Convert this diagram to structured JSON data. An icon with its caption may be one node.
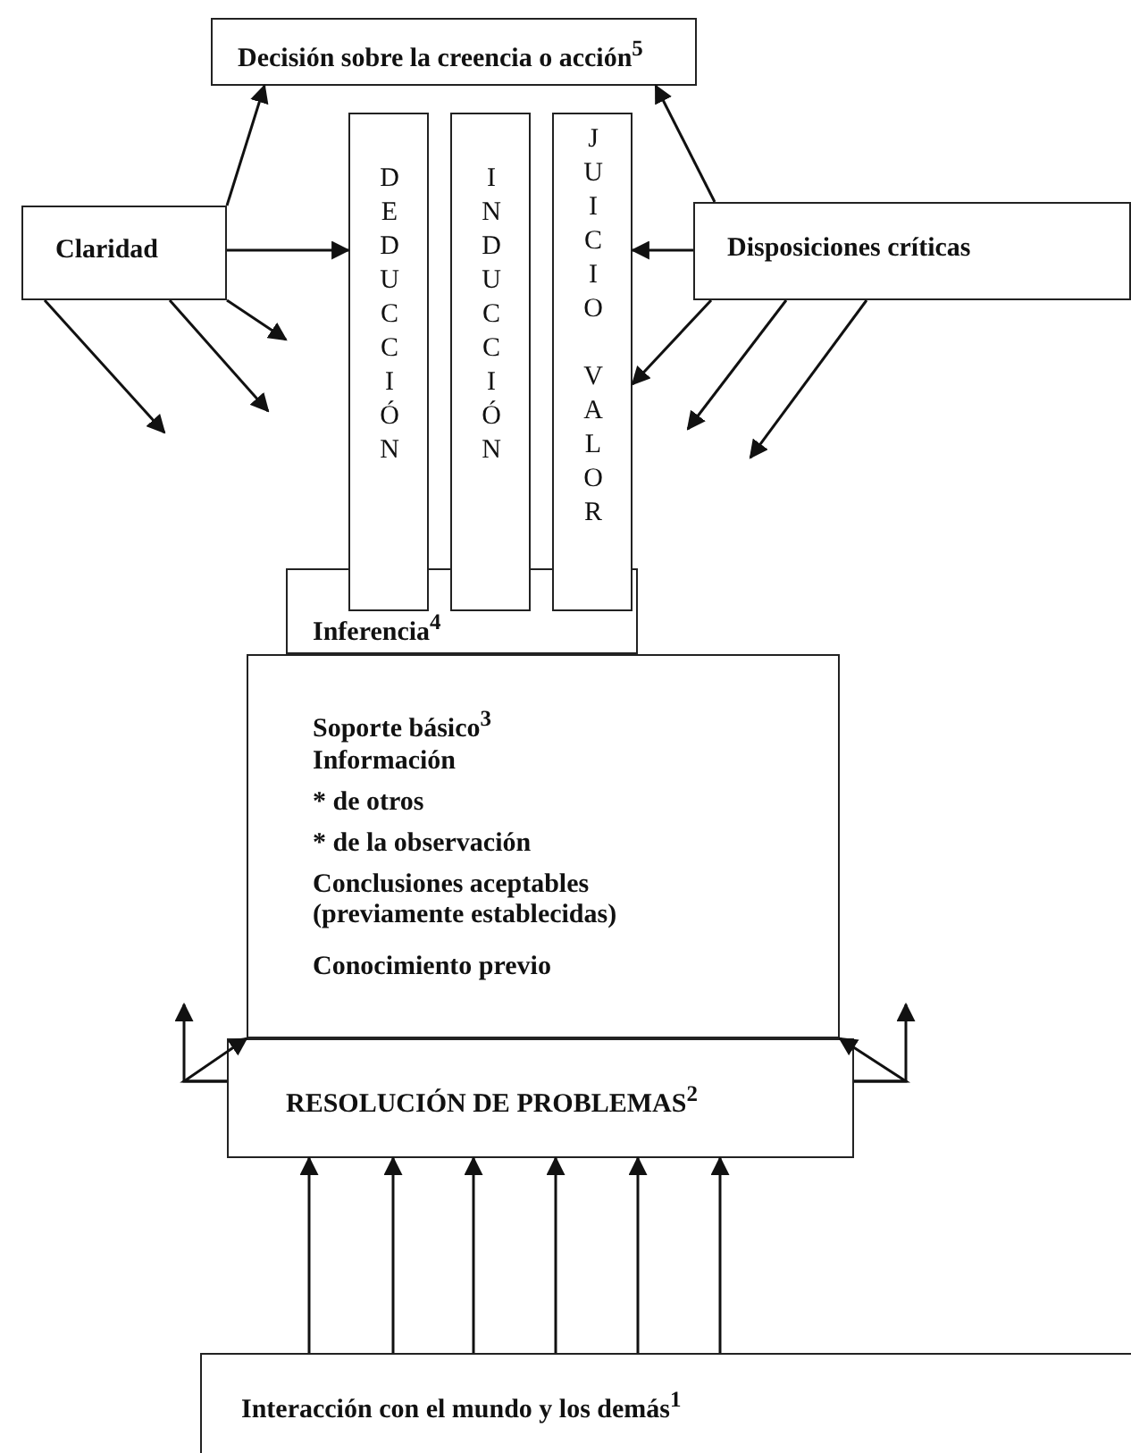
{
  "diagram": {
    "nodes": [
      {
        "text": [
          "Decisión sobre la creencia o acción$^{5}$"
        ]
      },
      {
        "text": [
          "Claridad"
        ]
      },
      {
        "text": [
          "DEDUCCIÓN"
        ]
      },
      {
        "text": [
          "INDUCCIÓN"
        ]
      },
      {
        "text": [
          "JUICIO VALOR"
        ]
      },
      {
        "text": [
          "Disposiciones críticas"
        ]
      },
      {
        "text": [
          "Inferencia$^{4}$"
        ]
      },
      {
        "text": [
          "Soporte básico$^{3}$",
          "Información",
          "* de otros",
          "* de la observación",
          "Conclusiones aceptables (previamente establecidas)",
          "Conocimiento previo"
        ]
      },
      {
        "text": [
          "RESOLUCIÓN DE PROBLEMAS$^{2}$"
        ]
      },
      {
        "text": [
          "Interacción con el mundo y los demás$^{1}$"
        ]
      }
    ],
    "edges": [
      {
        "from": 1,
        "to": 0,
        "arrow": "to"
      },
      {
        "from": 1,
        "to": 2,
        "arrow": "to"
      },
      {
        "from": 1,
        "to": null,
        "arrow": "to"
      },
      {
        "from": 1,
        "to": null,
        "arrow": "to"
      },
      {
        "from": 1,
        "to": null,
        "arrow": "to"
      },
      {
        "from": 5,
        "to": 0,
        "arrow": "to"
      },
      {
        "from": 5,
        "to": 4,
        "arrow": "to"
      },
      {
        "from": 5,
        "to": 4,
        "arrow": "to"
      },
      {
        "from": 5,
        "to": null,
        "arrow": "to"
      },
      {
        "from": 5,
        "to": null,
        "arrow": "to"
      },
      {
        "from": 8,
        "to": null,
        "arrow": "to"
      },
      {
        "from": 8,
        "to": 7,
        "arrow": "to"
      },
      {
        "from": 8,
        "to": null,
        "arrow": "to"
      },
      {
        "from": 8,
        "to": 7,
        "arrow": "to"
      },
      {
        "from": 9,
        "to": 8,
        "arrow": "to"
      },
      {
        "from": 9,
        "to": 8,
        "arrow": "to"
      },
      {
        "from": 9,
        "to": 8,
        "arrow": "to"
      },
      {
        "from": 9,
        "to": 8,
        "arrow": "to"
      },
      {
        "from": 9,
        "to": 8,
        "arrow": "to"
      },
      {
        "from": 9,
        "to": 8,
        "arrow": "to"
      }
    ]
  }
}
